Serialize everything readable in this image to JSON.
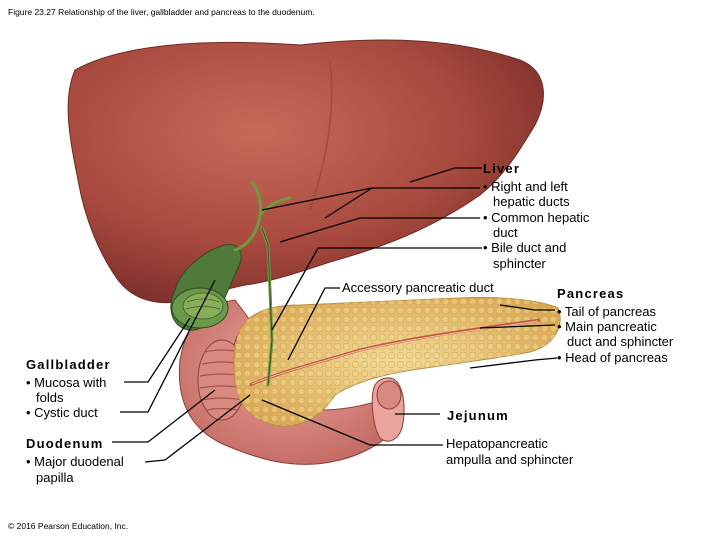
{
  "figure_caption": "Figure 23.27 Relationship of the liver, gallbladder and pancreas to the duodenum.",
  "copyright": "© 2016 Pearson Education, Inc.",
  "labels": {
    "liver": {
      "title": "Liver",
      "items": [
        "• Right and left",
        "hepatic ducts",
        "• Common hepatic",
        "duct",
        "• Bile duct and",
        "sphincter"
      ]
    },
    "accessory_duct": "Accessory pancreatic duct",
    "pancreas": {
      "title": "Pancreas",
      "items": [
        "• Tail of pancreas",
        "• Main pancreatic",
        "duct and sphincter",
        "• Head of pancreas"
      ]
    },
    "gallbladder": {
      "title": "Gallbladder",
      "items": [
        "• Mucosa with",
        "folds",
        "• Cystic duct"
      ]
    },
    "duodenum": {
      "title": "Duodenum",
      "items": [
        "• Major duodenal",
        "papilla"
      ]
    },
    "jejunum": "Jejunum",
    "ampulla": [
      "Hepatopancreatic",
      "ampulla and sphincter"
    ]
  }
}
